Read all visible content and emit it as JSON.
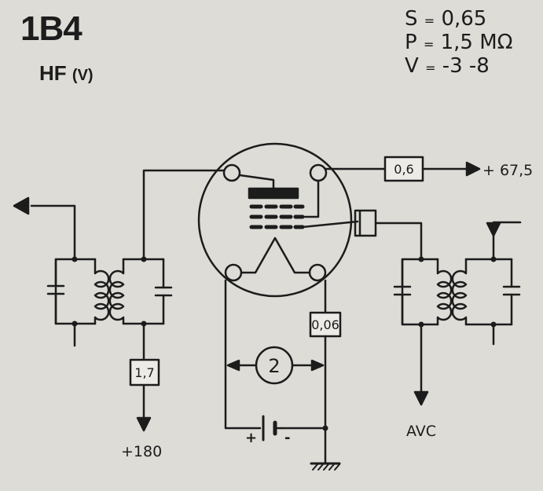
{
  "header": {
    "tube_type": "1B4",
    "function_main": "HF",
    "function_suffix": "(V)"
  },
  "parameters": [
    {
      "key": "S",
      "sep": "=",
      "value": "0,65"
    },
    {
      "key": "P",
      "sep": "=",
      "value": "1,5 MΩ"
    },
    {
      "key": "V",
      "sep": "=",
      "value": "-3  -8"
    }
  ],
  "schematic": {
    "plate_resistor": "0,6",
    "screen_supply": "+ 67,5",
    "filament_resistor": "0,06",
    "input_resistor": "1,7",
    "plate_supply": "+180",
    "filament_voltage": "2",
    "avc_label": "AVC",
    "battery_plus": "+",
    "battery_minus": "-"
  }
}
